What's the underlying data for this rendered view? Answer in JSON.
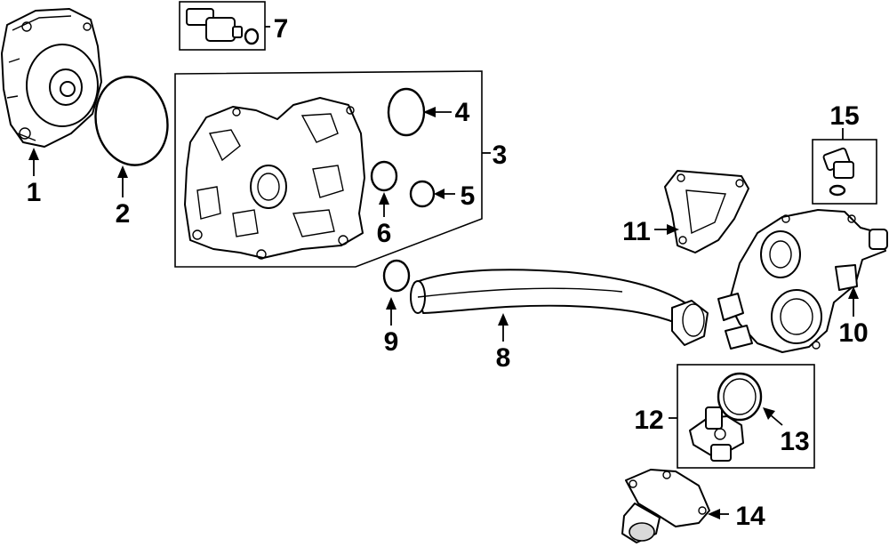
{
  "callouts": {
    "c1": "1",
    "c2": "2",
    "c3": "3",
    "c4": "4",
    "c5": "5",
    "c6": "6",
    "c7": "7",
    "c8": "8",
    "c9": "9",
    "c10": "10",
    "c11": "11",
    "c12": "12",
    "c13": "13",
    "c14": "14",
    "c15": "15"
  },
  "colors": {
    "ink": "#000000",
    "background": "#ffffff",
    "shade": "#d9d9d9"
  }
}
